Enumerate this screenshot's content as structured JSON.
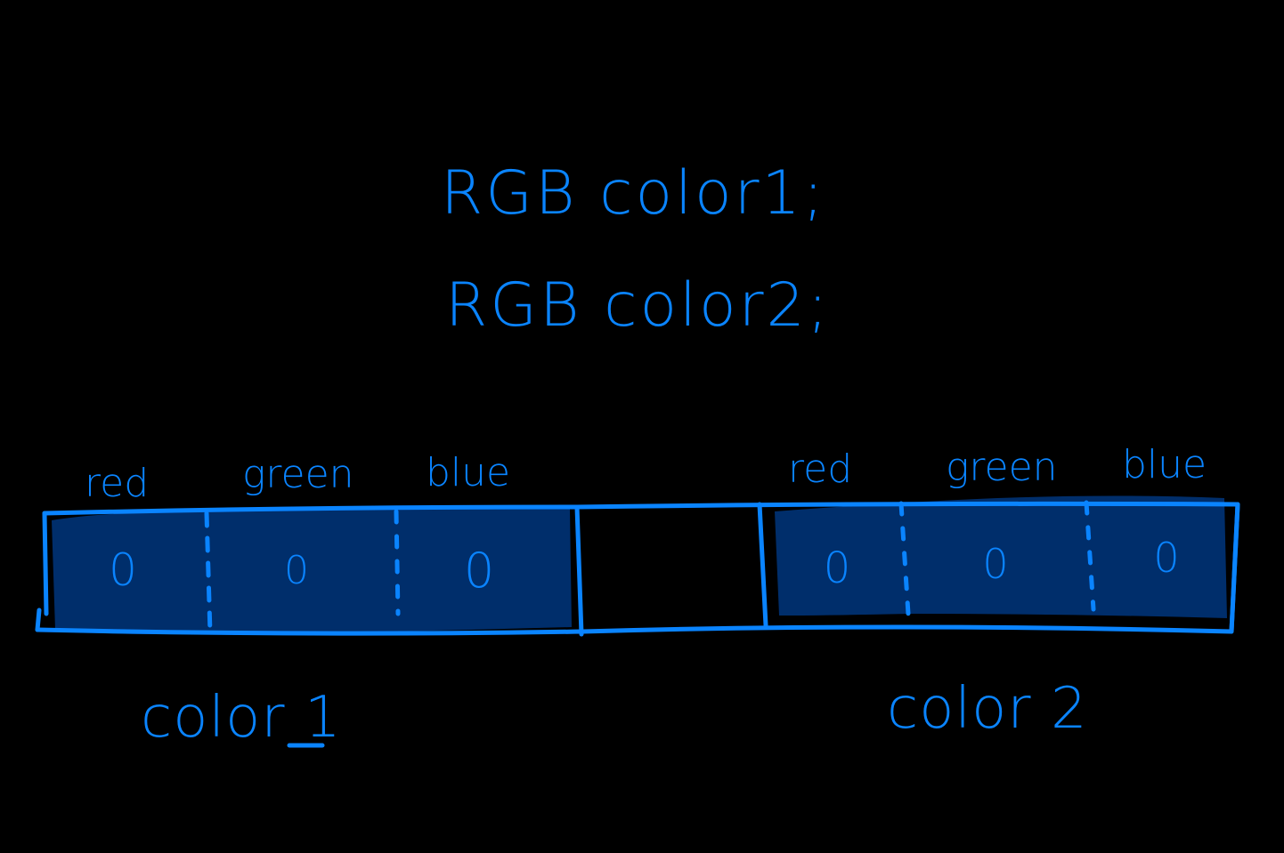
{
  "colors": {
    "background": "#000000",
    "ink": "#0a84ff",
    "fill": "#002e6b"
  },
  "code": {
    "line1": "RGB color1;",
    "line2": "RGB color2;"
  },
  "memory": {
    "color1": {
      "label": "color 1",
      "fields": [
        {
          "name": "red",
          "value": "0"
        },
        {
          "name": "green",
          "value": "0"
        },
        {
          "name": "blue",
          "value": "0"
        }
      ]
    },
    "color2": {
      "label": "color 2",
      "fields": [
        {
          "name": "red",
          "value": "0"
        },
        {
          "name": "green",
          "value": "0"
        },
        {
          "name": "blue",
          "value": "0"
        }
      ]
    }
  }
}
